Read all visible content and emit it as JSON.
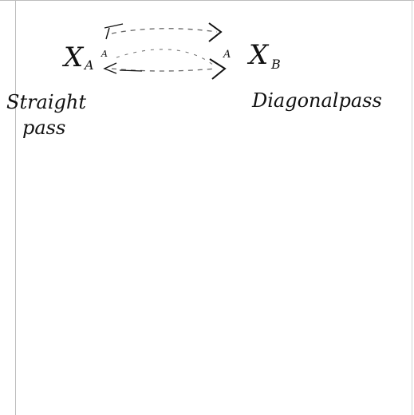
{
  "diagram": {
    "player_a": {
      "main": "X",
      "sub": "A"
    },
    "player_b": {
      "main": "X",
      "sub": "B"
    },
    "player_a_arrow_tag": "A",
    "player_b_arrow_tag": "A",
    "straight_label_line1": "Straight",
    "straight_label_line2": "pass",
    "diagonal_label": "Diagonalpass",
    "colors": {
      "ink": "#111111",
      "dashed": "#666666",
      "border": "#bdbdbd"
    }
  }
}
